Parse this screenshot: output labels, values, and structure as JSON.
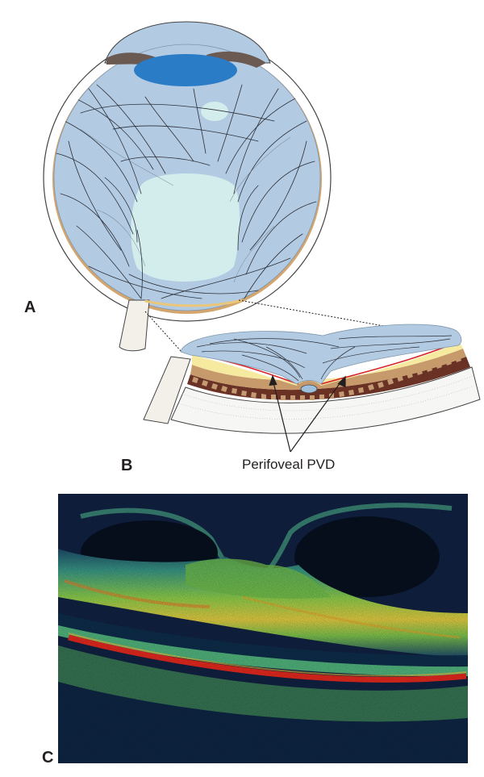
{
  "panels": {
    "a": "A",
    "b": "B",
    "c": "C"
  },
  "annotation": "Perifoveal PVD",
  "colors": {
    "vitreous": "#b3cbe2",
    "lens": "#2a7cc6",
    "lacuna": "#d3ecec",
    "sclera": "#ffffff",
    "choroid": "#c69a6a",
    "rpe": "#6a3224",
    "retina_nfl": "#f6eaa0",
    "hyaloid": "#d8252a",
    "oct_background": "#0a1530",
    "oct_high": "#e0281e",
    "oct_mid": "#7ec64a"
  }
}
